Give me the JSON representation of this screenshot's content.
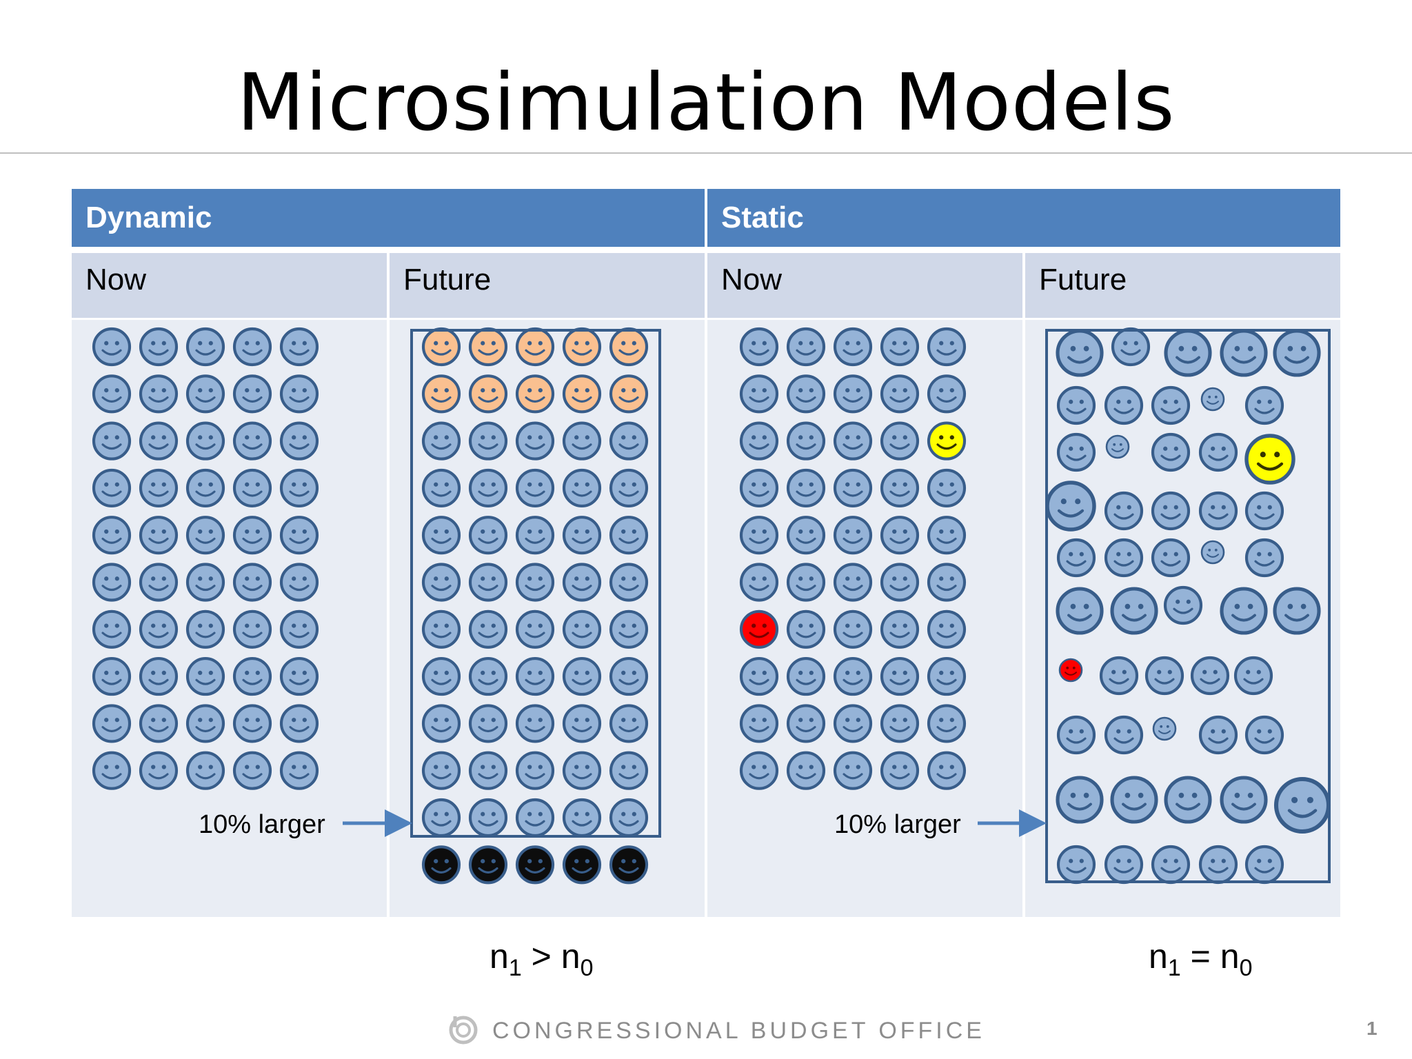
{
  "slide": {
    "title": "Microsimulation Models",
    "page_number": "1",
    "footer": "CONGRESSIONAL BUDGET OFFICE"
  },
  "table": {
    "dynamic": {
      "header": "Dynamic",
      "now_label": "Now",
      "future_label": "Future",
      "annotation": "10% larger",
      "equation": {
        "left": "n",
        "left_sub": "1",
        "op": ">",
        "right": "n",
        "right_sub": "0"
      }
    },
    "static": {
      "header": "Static",
      "now_label": "Now",
      "future_label": "Future",
      "annotation": "10% larger",
      "equation": {
        "left": "n",
        "left_sub": "1",
        "op": "=",
        "right": "n",
        "right_sub": "0"
      }
    }
  },
  "colors": {
    "header_blue": "#4f81bd",
    "subheader": "#d0d8e8",
    "cell": "#e9edf4",
    "face_blue": "#95b3d7",
    "face_outline": "#385d8a",
    "face_orange": "#fac090",
    "face_dark": "#0d0d0d",
    "face_yellow": "#ffff00",
    "face_red": "#ff0000",
    "arrow": "#4f81bd",
    "box": "#385d8a"
  }
}
